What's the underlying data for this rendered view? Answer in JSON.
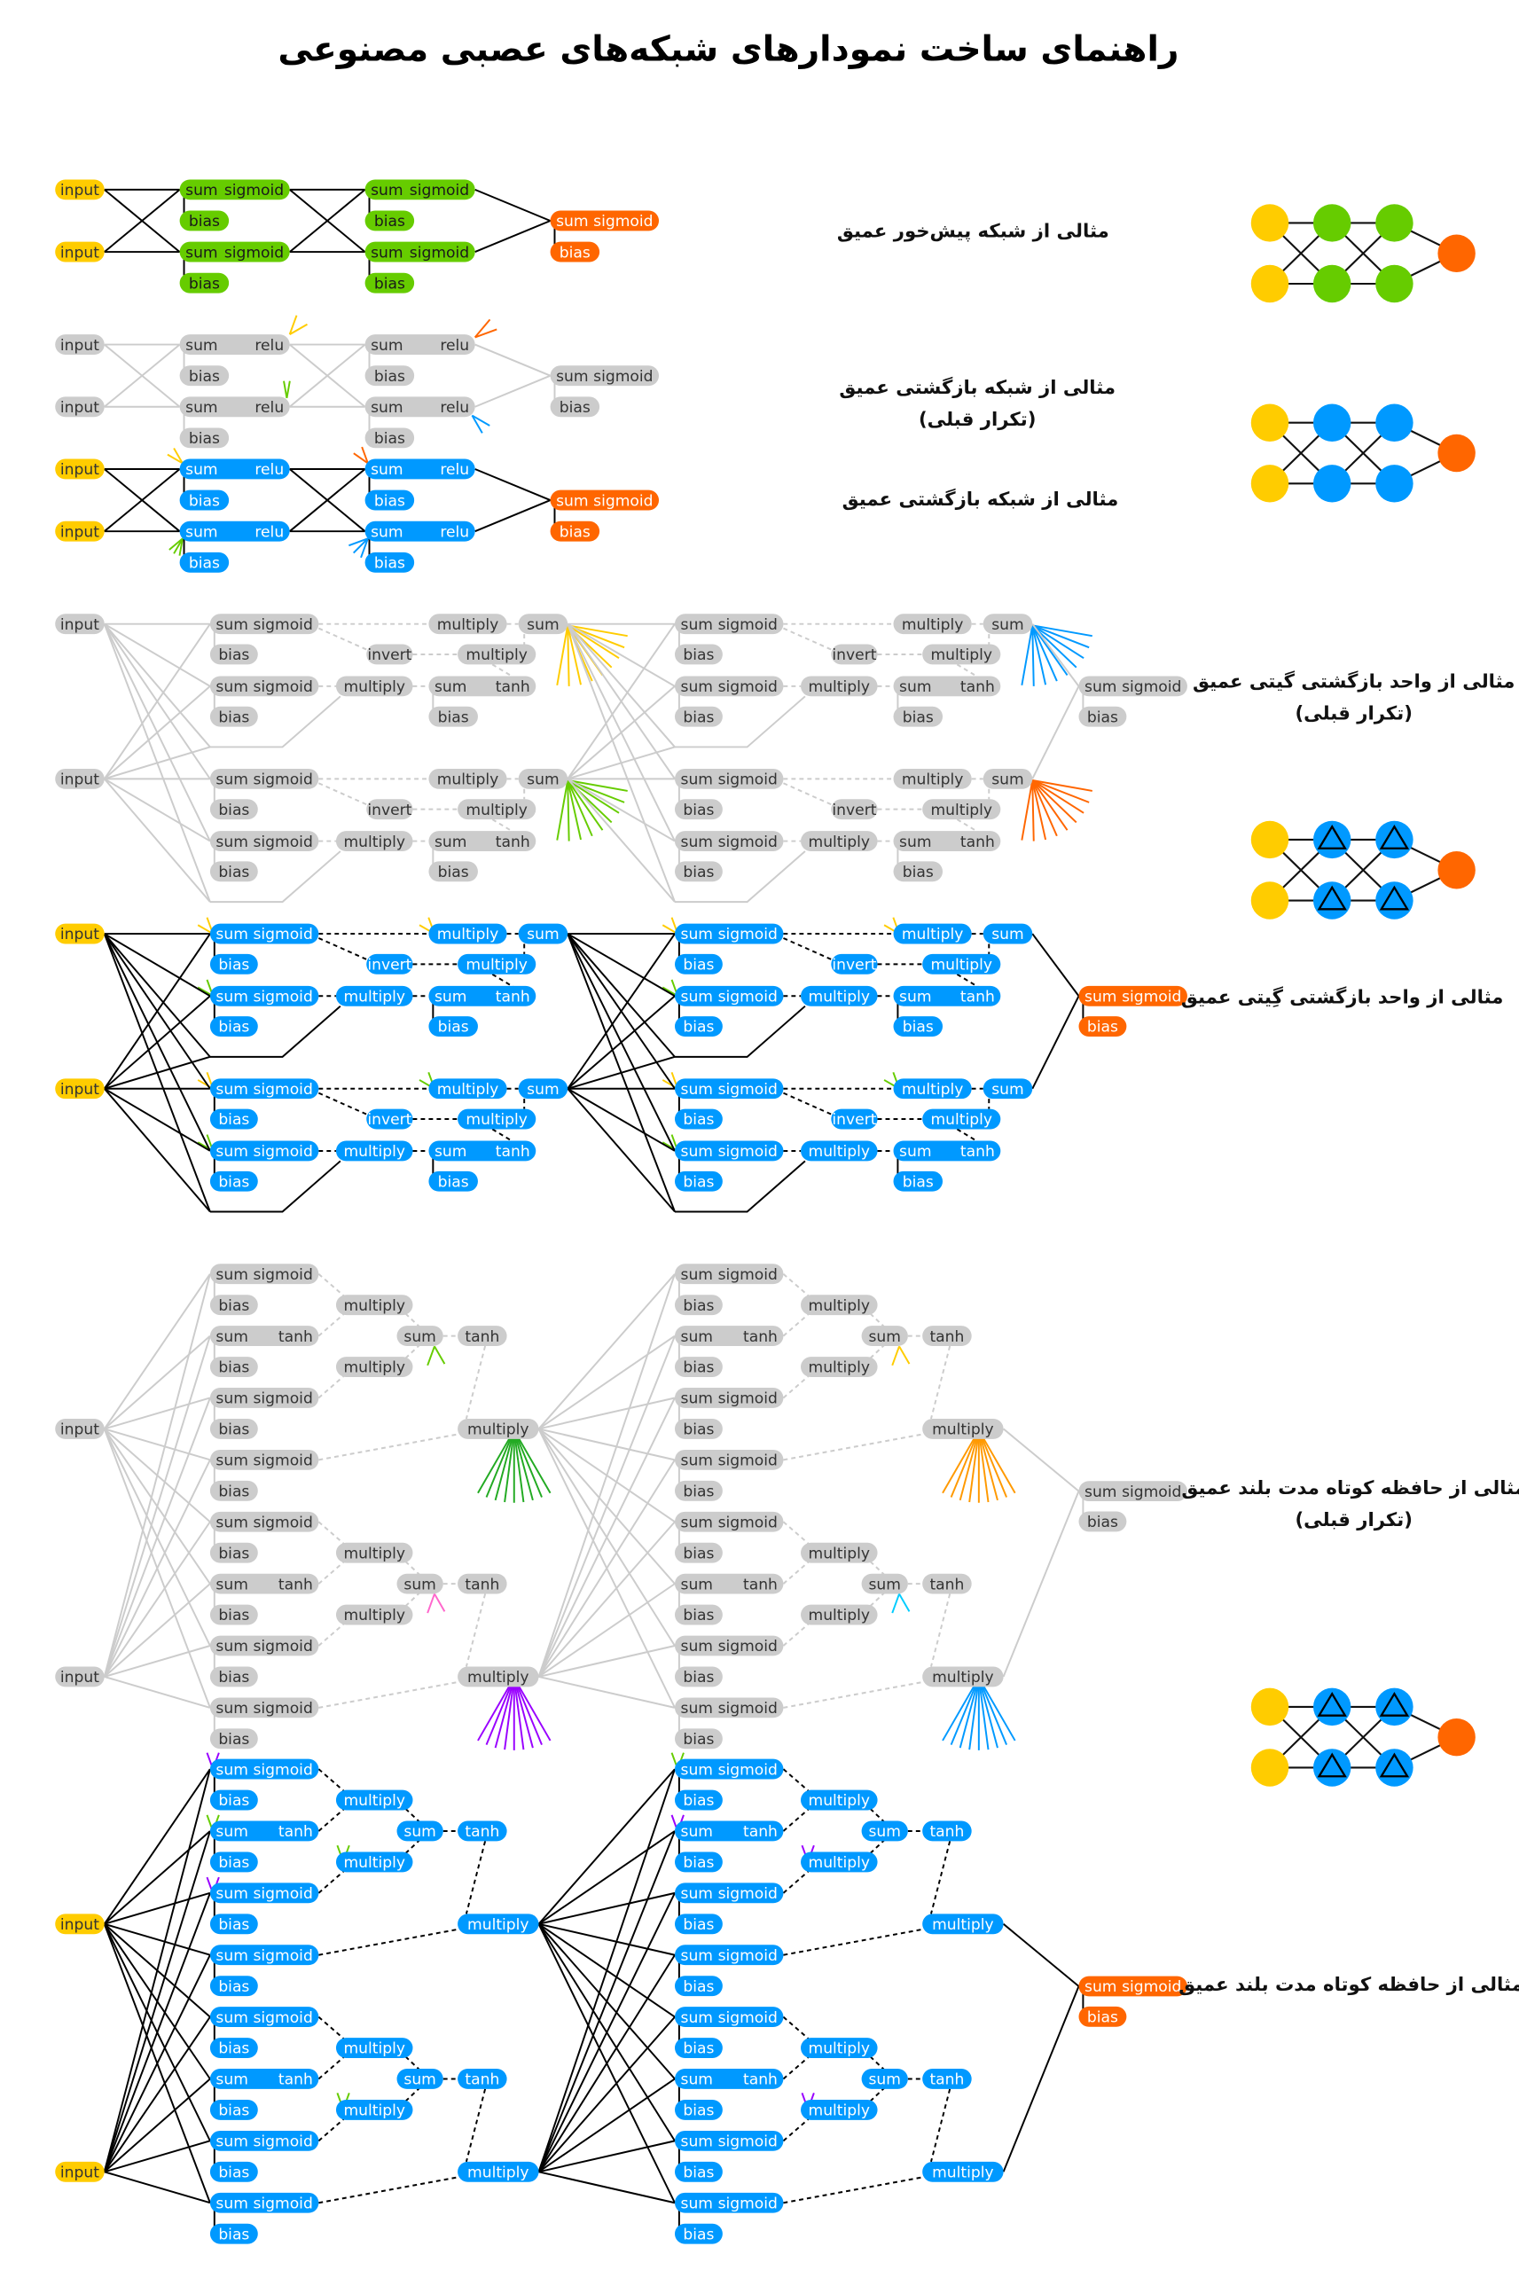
{
  "title": "راهنمای ساخت نمودارهای شبکه‌های عصبی مصنوعی",
  "captions": {
    "feedforward": "مثالی از شبکه پیش‌خور عمیق",
    "rnn_prev_line1": "مثالی از شبکه بازگشتی عمیق",
    "rnn_prev_line2": "(تکرار قبلی)",
    "rnn": "مثالی از شبکه بازگشتی عمیق",
    "gru_prev_line1": "مثالی از واحد بازگشتی گیتی عمیق",
    "gru_prev_line2": "(تکرار قبلی)",
    "gru": "مثالی از واحد بازگشتی گِیتی عمیق",
    "lstm_prev_line1": "مثالی از حافظه کوتاه مدت بلند عمیق",
    "lstm_prev_line2": "(تکرار قبلی)",
    "lstm": "مثالی از حافظه کوتاه مدت بلند عمیق"
  },
  "labels": {
    "input": "input",
    "sum": "sum",
    "sigmoid": "sigmoid",
    "relu": "relu",
    "tanh": "tanh",
    "bias": "bias",
    "multiply": "multiply",
    "invert": "invert"
  },
  "colors": {
    "input": "#ffcc00",
    "feedforward": "#66cc00",
    "recurrent": "#0099ff",
    "output": "#ff6600",
    "previous": "#cccccc",
    "edge": "#000000",
    "edge_previous": "#cccccc"
  }
}
